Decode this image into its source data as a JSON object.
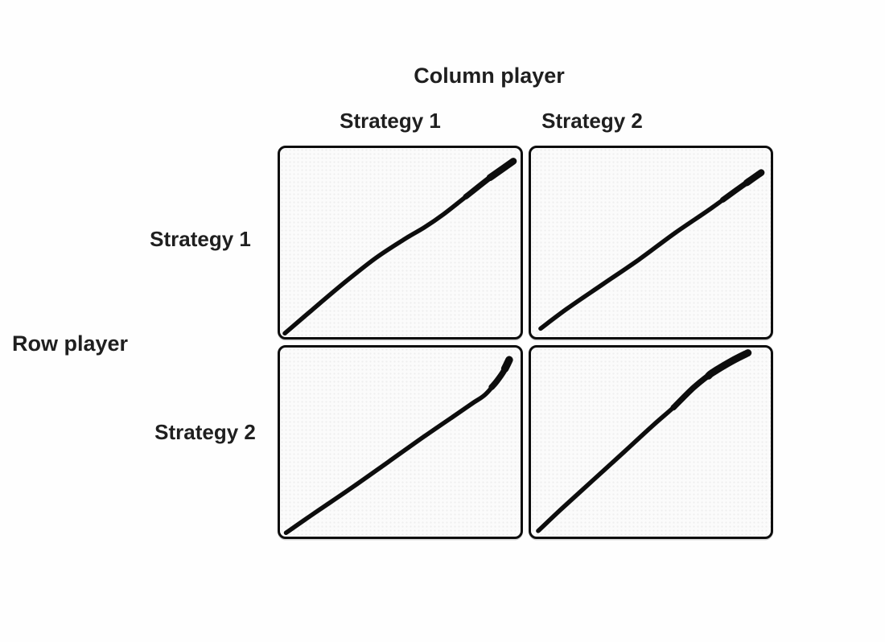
{
  "figure": {
    "title": "Column player",
    "row_axis_label": "Row player",
    "column_headers": [
      "Strategy 1",
      "Strategy 2"
    ],
    "row_headers": [
      "Strategy 1",
      "Strategy 2"
    ],
    "cells": [
      {
        "name": "row1-col1",
        "row_strategy": "Strategy 1",
        "column_strategy": "Strategy 1",
        "curve": {
          "points": [
            [
              0.02,
              0.02
            ],
            [
              0.13,
              0.14
            ],
            [
              0.27,
              0.29
            ],
            [
              0.4,
              0.42
            ],
            [
              0.52,
              0.52
            ],
            [
              0.6,
              0.58
            ],
            [
              0.68,
              0.65
            ],
            [
              0.78,
              0.75
            ],
            [
              0.88,
              0.85
            ],
            [
              0.97,
              0.93
            ]
          ],
          "emphasis": [
            {
              "from": 0.78,
              "width": 7
            },
            {
              "from": 0.88,
              "width": 8.6
            }
          ]
        }
      },
      {
        "name": "row1-col2",
        "row_strategy": "Strategy 1",
        "column_strategy": "Strategy 2",
        "curve": {
          "points": [
            [
              0.04,
              0.045
            ],
            [
              0.15,
              0.15
            ],
            [
              0.3,
              0.28
            ],
            [
              0.45,
              0.41
            ],
            [
              0.6,
              0.55
            ],
            [
              0.75,
              0.68
            ],
            [
              0.87,
              0.79
            ],
            [
              0.96,
              0.87
            ]
          ],
          "emphasis": [
            {
              "from": 0.8,
              "width": 7
            },
            {
              "from": 0.9,
              "width": 8.5
            }
          ]
        }
      },
      {
        "name": "row2-col1",
        "row_strategy": "Strategy 2",
        "column_strategy": "Strategy 1",
        "curve": {
          "points": [
            [
              0.025,
              0.02
            ],
            [
              0.15,
              0.13
            ],
            [
              0.3,
              0.26
            ],
            [
              0.45,
              0.395
            ],
            [
              0.6,
              0.53
            ],
            [
              0.72,
              0.635
            ],
            [
              0.8,
              0.705
            ],
            [
              0.853,
              0.751
            ],
            [
              0.9,
              0.82
            ],
            [
              0.93,
              0.875
            ],
            [
              0.953,
              0.935
            ]
          ],
          "emphasis": [
            {
              "from": 0.88,
              "width": 7.5
            },
            {
              "from": 0.935,
              "width": 9.5
            }
          ]
        }
      },
      {
        "name": "row2-col2",
        "row_strategy": "Strategy 2",
        "column_strategy": "Strategy 2",
        "curve": {
          "points": [
            [
              0.03,
              0.03
            ],
            [
              0.13,
              0.15
            ],
            [
              0.26,
              0.3
            ],
            [
              0.39,
              0.45
            ],
            [
              0.51,
              0.59
            ],
            [
              0.6,
              0.69
            ],
            [
              0.68,
              0.79
            ],
            [
              0.76,
              0.87
            ],
            [
              0.84,
              0.93
            ],
            [
              0.905,
              0.972
            ]
          ],
          "emphasis": [
            {
              "from": 0.6,
              "width": 7.2
            },
            {
              "from": 0.74,
              "width": 9
            }
          ]
        }
      }
    ]
  },
  "style": {
    "line_color": "#0d0d0d",
    "border_color": "#0d0d0d",
    "text_color": "#1f1f1f",
    "cell_background": "#fbfbfb",
    "page_background": "#fefefe",
    "stroke_width": 5.5
  }
}
